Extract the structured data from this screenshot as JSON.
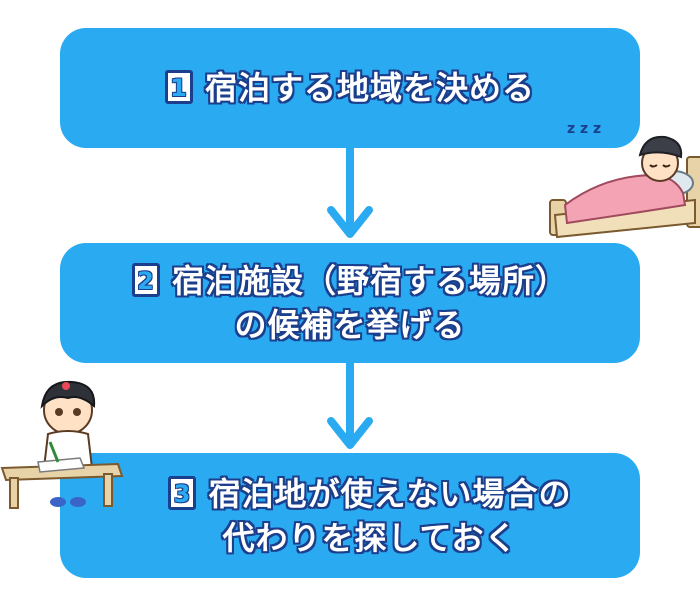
{
  "steps": [
    {
      "number": "1",
      "lines": [
        "宿泊する地域を決める"
      ]
    },
    {
      "number": "2",
      "lines": [
        "宿泊施設（野宿する場所）",
        "の候補を挙げる"
      ]
    },
    {
      "number": "3",
      "lines": [
        "宿泊地が使えない場合の",
        "代わりを探しておく"
      ]
    }
  ],
  "decorations": {
    "sleep_symbol": "z z z"
  },
  "colors": {
    "box": "#2aaaf1",
    "outline": "#1b3f8c",
    "arrow": "#2aaaf1"
  },
  "icons": [
    "sleeping-person-icon",
    "studying-child-icon",
    "arrow-down-icon"
  ]
}
